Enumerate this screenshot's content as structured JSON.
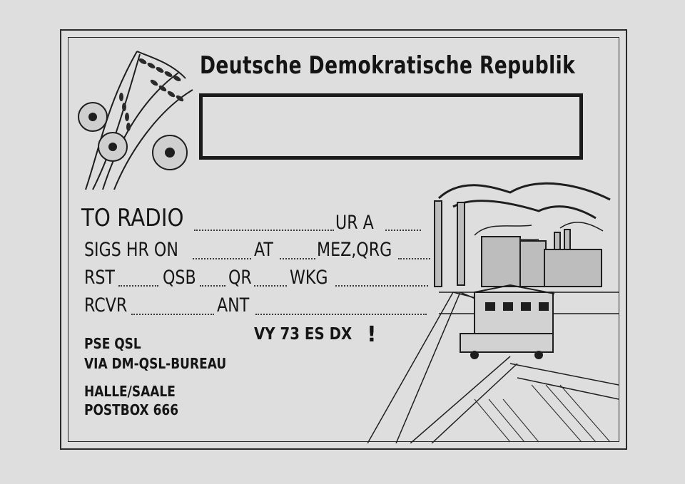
{
  "card": {
    "title": "Deutsche Demokratische Republik",
    "fields": {
      "to_radio": "TO RADIO",
      "ur_a": "UR A",
      "sigs_hr_on": "SIGS HR ON",
      "at": "AT",
      "mez_qrg": "MEZ,QRG",
      "rst": "RST",
      "qsb": "QSB",
      "qr": "QR",
      "wkg": "WKG",
      "rcvr": "RCVR",
      "ant": "ANT"
    },
    "greeting": "VY 73 ES DX",
    "greeting_mark": "!",
    "qsl_note": {
      "line1": "PSE QSL",
      "line2": "VIA DM-QSL-BUREAU",
      "line3": "HALLE/SAALE",
      "line4": "POSTBOX 666"
    }
  },
  "icons": {
    "wheat": "wheat-and-poppies-illustration",
    "industry": "industrial-plant-and-excavator-illustration"
  },
  "colors": {
    "paper": "#dedede",
    "ink": "#161616"
  }
}
